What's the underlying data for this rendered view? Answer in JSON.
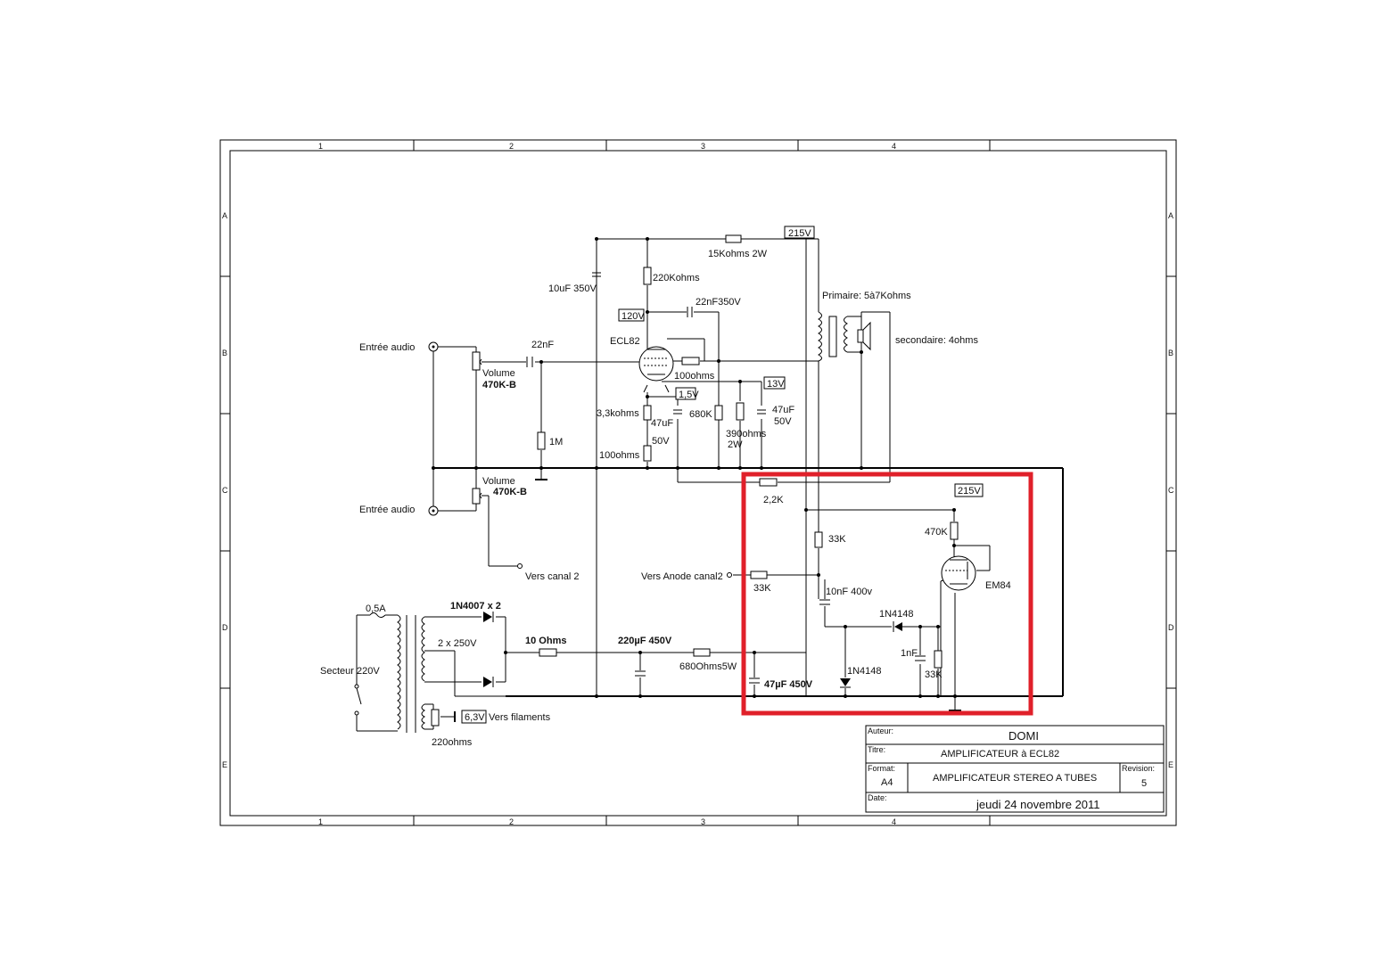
{
  "frame": {
    "columns": [
      "1",
      "2",
      "3",
      "4"
    ],
    "rows": [
      "A",
      "B",
      "C",
      "D",
      "E"
    ]
  },
  "labels": {
    "v215_top": "215V",
    "r15k": "15Kohms 2W",
    "r220k": "220Kohms",
    "c10uf": "10uF 350V",
    "c22nf350": "22nF350V",
    "v120": "120V",
    "primaire": "Primaire: 5à7Kohms",
    "secondaire": "secondaire: 4ohms",
    "entree1": "Entrée audio",
    "entree2": "Entrée audio",
    "c22nf": "22nF",
    "ecl82": "ECL82",
    "volume1": "Volume",
    "pot1": "470K-B",
    "r100a": "100ohms",
    "v15": "1,5V",
    "v13": "13V",
    "r33k_cath": "3,3kohms",
    "c47uf_a": "47uF",
    "v50a": "50V",
    "r680k": "680K",
    "r390": "390ohms",
    "w2": "2W",
    "c47uf_b": "47uF",
    "v50b": "50V",
    "r1m": "1M",
    "r100b": "100ohms",
    "volume2": "Volume",
    "pot2": "470K-B",
    "vers_canal2": "Vers canal 2",
    "r22k": "2,2K",
    "v215_em": "215V",
    "r33k_a": "33K",
    "r470k": "470K",
    "vers_anode": "Vers Anode canal2",
    "r33k_b": "33K",
    "em84": "EM84",
    "c10nf": "10nF 400v",
    "d1n4148_a": "1N4148",
    "c1nf": "1nF",
    "r33k_c": "33K",
    "d1n4148_b": "1N4148",
    "fuse": "0,5A",
    "diodes": "1N4007 x 2",
    "tr250": "2 x 250V",
    "r10": "10 Ohms",
    "c220": "220µF 450V",
    "r680w": "680Ohms5W",
    "c47_450": "47µF 450V",
    "secteur": "Secteur 220V",
    "v63": "6,3V",
    "filaments": "Vers filaments",
    "r220ohms": "220ohms"
  },
  "title_block": {
    "author_label": "Auteur:",
    "author": "DOMI",
    "title_label": "Titre:",
    "title": "AMPLIFICATEUR à ECL82",
    "format_label": "Format:",
    "format": "A4",
    "subtitle": "AMPLIFICATEUR STEREO A TUBES",
    "revision_label": "Revision:",
    "revision": "5",
    "date_label": "Date:",
    "date": "jeudi 24 novembre 2011"
  },
  "colors": {
    "highlight": "#e0202a",
    "wire": "#000000"
  }
}
